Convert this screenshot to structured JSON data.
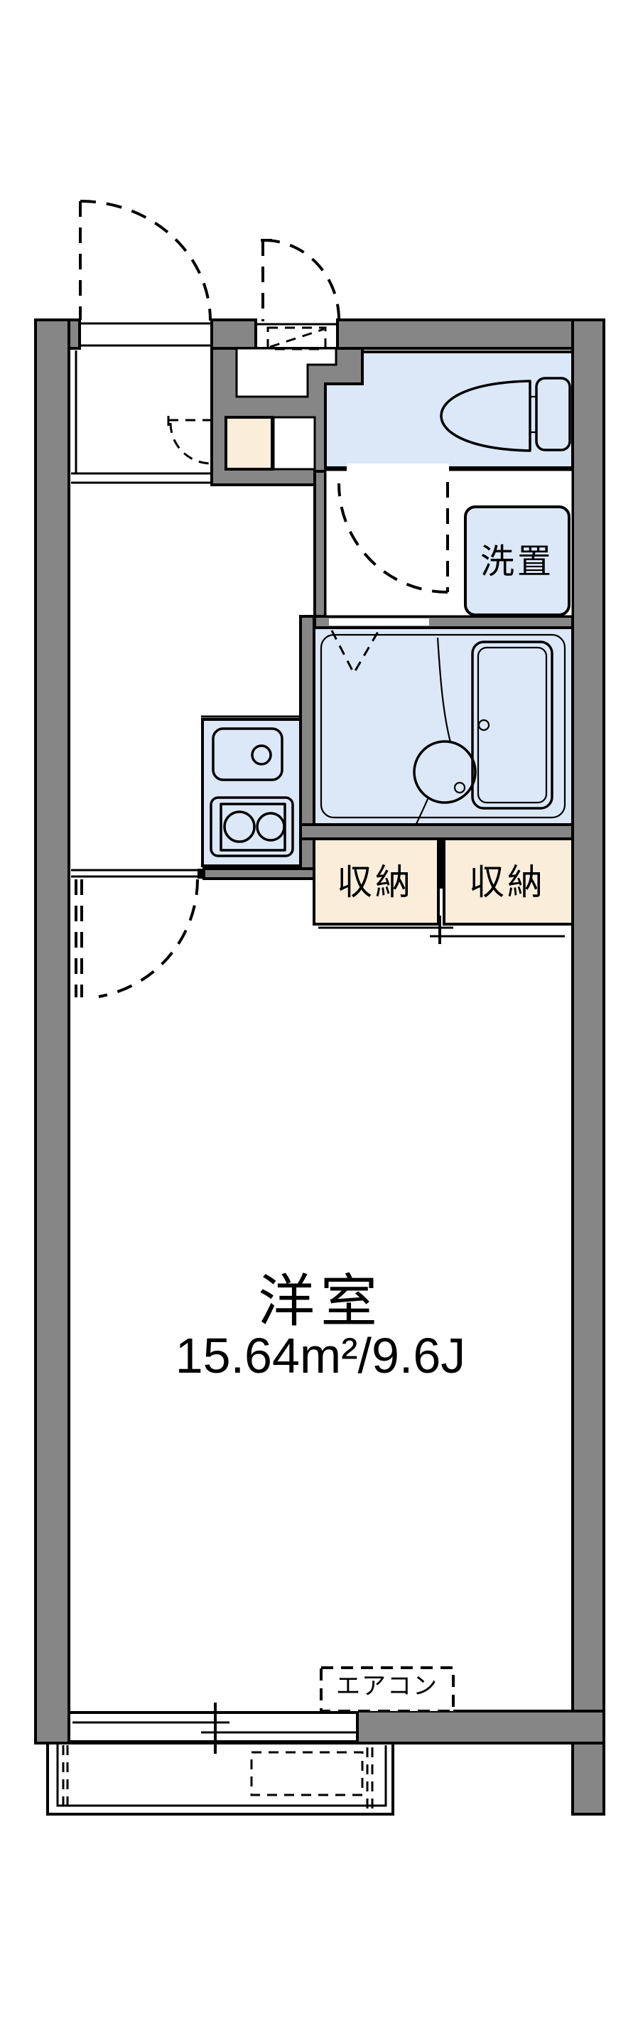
{
  "document": {
    "type": "japanese-apartment-floor-plan"
  },
  "labels": {
    "washer_place": "洗置",
    "closet_left": "収納",
    "closet_right": "収納",
    "main_room_name": "洋室",
    "main_room_area": "15.64m²/9.6J",
    "aircon": "エアコン"
  },
  "rooms": {
    "main_room": {
      "name": "洋室",
      "area_m2": "15.64",
      "area_tatami": "9.6J"
    },
    "toilet": {
      "fixture": "toilet-bowl-and-tank"
    },
    "bathroom": {
      "fixtures": [
        "bathtub",
        "washbasin"
      ]
    },
    "kitchen": {
      "fixtures": [
        "sink",
        "two-burner-stove"
      ]
    },
    "storage": [
      "収納",
      "収納"
    ],
    "washer_space": "洗置",
    "balcony": {
      "features": [
        "sliding-window",
        "outdoor-unit-dashed-box"
      ]
    }
  },
  "colors": {
    "wall_gray": "#868686",
    "room_blue": "#dce8f8",
    "closet_cream": "#faeedb",
    "line_black": "#000000",
    "background": "#ffffff"
  }
}
